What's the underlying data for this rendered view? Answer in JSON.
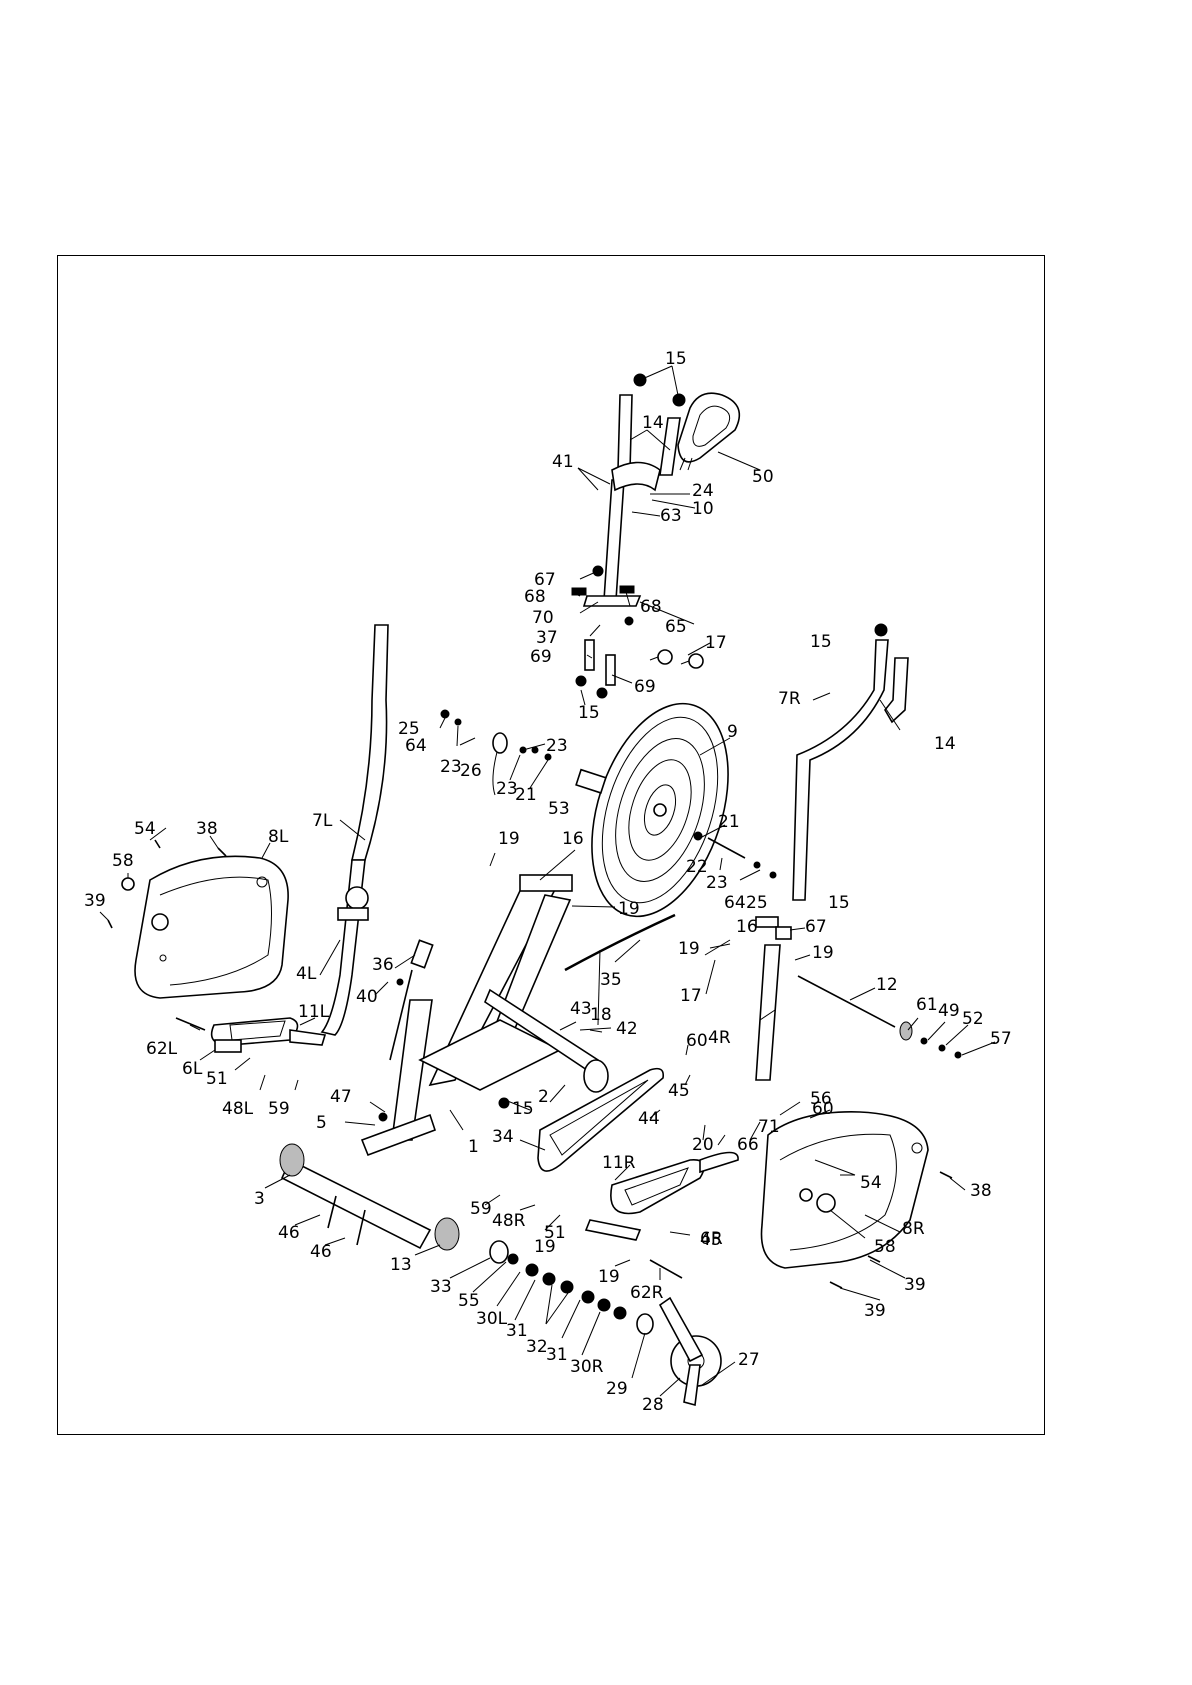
{
  "diagram": {
    "type": "exploded-parts-view",
    "border_color": "#000000",
    "background": "#ffffff",
    "part_labels": [
      "15",
      "14",
      "41",
      "50",
      "24",
      "10",
      "63",
      "67",
      "68",
      "68",
      "70",
      "65",
      "37",
      "17",
      "69",
      "69",
      "15",
      "15",
      "25",
      "64",
      "23",
      "23",
      "26",
      "23",
      "21",
      "53",
      "9",
      "7R",
      "14",
      "7L",
      "19",
      "16",
      "21",
      "22",
      "23",
      "64",
      "25",
      "15",
      "54",
      "38",
      "8L",
      "58",
      "39",
      "19",
      "16",
      "67",
      "19",
      "19",
      "36",
      "17",
      "12",
      "40",
      "4L",
      "35",
      "11L",
      "43",
      "18",
      "42",
      "61",
      "49",
      "52",
      "57",
      "4R",
      "60",
      "62L",
      "6L",
      "45",
      "2",
      "51",
      "48L",
      "59",
      "47",
      "15",
      "56",
      "60",
      "5",
      "44",
      "71",
      "1",
      "34",
      "20",
      "66",
      "11R",
      "3",
      "54",
      "59",
      "48R",
      "6R",
      "51",
      "38",
      "46",
      "19",
      "45",
      "8R",
      "46",
      "13",
      "58",
      "19",
      "33",
      "62R",
      "39",
      "55",
      "30L",
      "31",
      "32",
      "31",
      "30R",
      "39",
      "29",
      "27",
      "28"
    ]
  }
}
